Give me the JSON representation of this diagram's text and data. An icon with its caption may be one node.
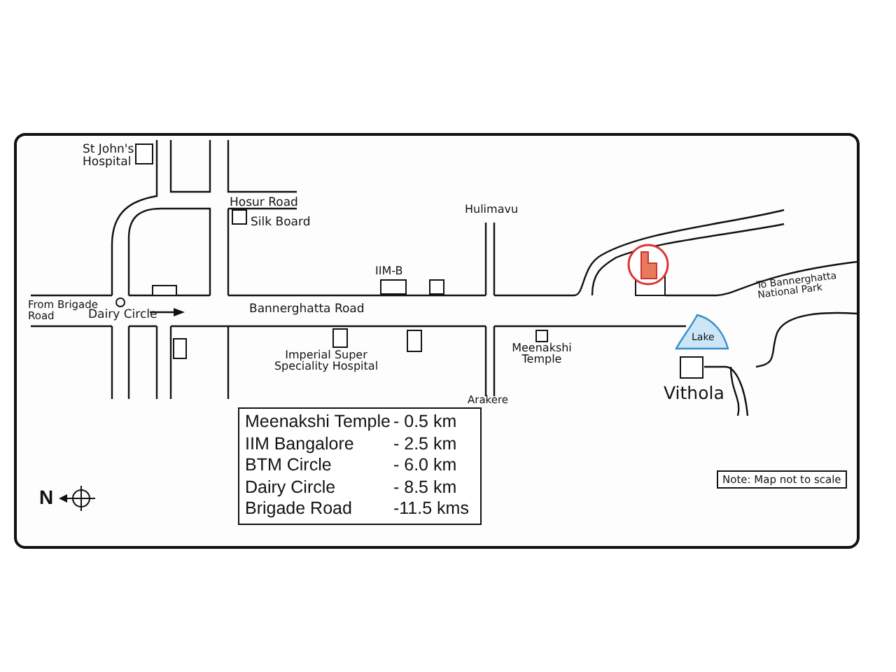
{
  "diagram": {
    "labels": [
      "St John's Hospital",
      "Hosur Road",
      "Silk Board",
      "Hulimavu",
      "IIM-B",
      "From Brigade Road",
      "Dairy Circle",
      "Bannerghatta Road",
      "To Bannerghatta National Park",
      "Lake",
      "Imperial Super Speciality Hospital",
      "Meenakshi Temple",
      "Arakere",
      "Vithola",
      "Meenakshi Temple",
      "- 0.5 km",
      "IIM Bangalore",
      "- 2.5 km",
      "BTM Circle",
      "- 6.0 km",
      "Dairy Circle",
      "- 8.5 km",
      "Brigade Road",
      "-11.5 kms",
      "Note: Map not to scale",
      "N"
    ]
  }
}
